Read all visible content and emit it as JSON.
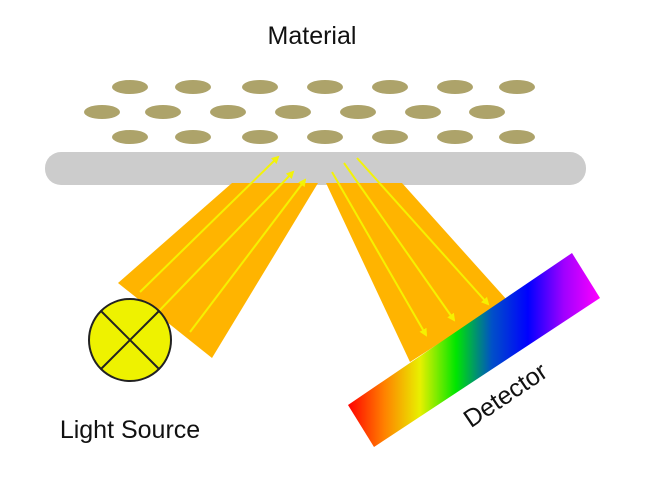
{
  "labels": {
    "material": "Material",
    "light_source": "Light Source",
    "detector": "Detector"
  },
  "colors": {
    "particle": "#ADA36A",
    "substrate": "#CCCCCC",
    "beam": "#FFB400",
    "ray": "#F5F500",
    "lamp": "#EEF200",
    "spectrum": [
      "#FF0000",
      "#FF8000",
      "#E8F000",
      "#00E600",
      "#0050C8",
      "#0000FF",
      "#A000FF",
      "#FF00FF"
    ]
  }
}
